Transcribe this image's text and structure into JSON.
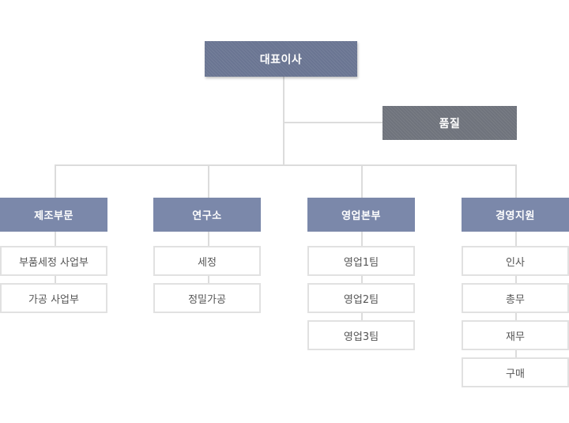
{
  "ceo": {
    "label": "대표이사"
  },
  "quality": {
    "label": "품질"
  },
  "departments": [
    {
      "label": "제조부문",
      "children": [
        "부품세정 사업부",
        "가공 사업부"
      ]
    },
    {
      "label": "연구소",
      "children": [
        "세정",
        "정밀가공"
      ]
    },
    {
      "label": "영업본부",
      "children": [
        "영업1팀",
        "영업2팀",
        "영업3팀"
      ]
    },
    {
      "label": "경영지원",
      "children": [
        "인사",
        "총무",
        "재무",
        "구매"
      ]
    }
  ],
  "colors": {
    "ceo_box": "#6a7592",
    "quality_box": "#6f737c",
    "department_box": "#7b88aa",
    "connector": "#dcdcdc",
    "sub_border": "#e1e1e1"
  }
}
